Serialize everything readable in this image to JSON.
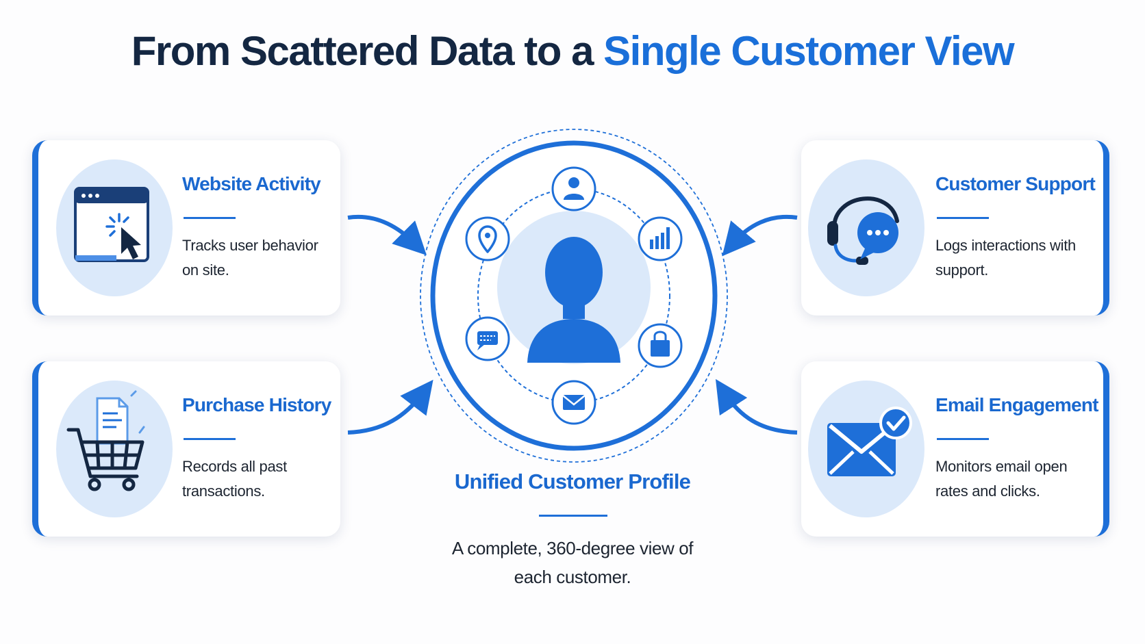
{
  "title": {
    "prefix": "From Scattered Data to a ",
    "highlight": "Single Customer View"
  },
  "sources": {
    "website": {
      "title": "Website Activity",
      "description": "Tracks user behavior on site."
    },
    "purchase": {
      "title": "Purchase History",
      "description": "Records all past transactions."
    },
    "support": {
      "title": "Customer Support",
      "description": "Logs interactions with support."
    },
    "email": {
      "title": "Email Engagement",
      "description": "Monitors email open rates and clicks."
    }
  },
  "profile": {
    "title": "Unified Customer Profile",
    "description": "A complete, 360-degree view of each customer."
  },
  "orbit_icons": [
    "user-icon",
    "chart-icon",
    "shopping-bag-icon",
    "envelope-icon",
    "chat-icon",
    "location-pin-icon"
  ],
  "colors": {
    "accent": "#1e6fd8",
    "title_dark": "#142742",
    "icon_background": "#dbe9fa"
  }
}
